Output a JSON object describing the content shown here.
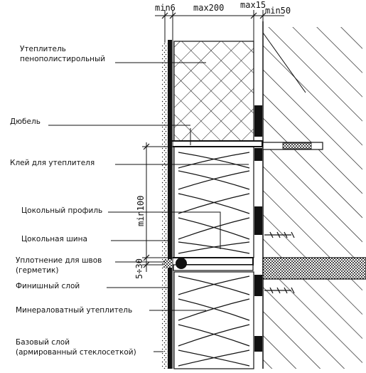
{
  "dimensions": {
    "min6": "min6",
    "max200": "max200",
    "max15": "max15",
    "min50": "min50",
    "min100": "min100",
    "gap": "5÷30"
  },
  "labels": {
    "eps_line1": "Утеплитель",
    "eps_line2": "пенополистирольный",
    "dowel": "Дюбель",
    "adhesive": "Клей для утеплителя",
    "base_profile": "Цокольный профиль",
    "base_rail": "Цокольная шина",
    "sealant_line1": "Уплотнение для швов",
    "sealant_line2": "(герметик)",
    "finish_layer": "Финишный слой",
    "mineral_wool": "Минераловатный утеплитель",
    "base_layer_line1": "Базовый слой",
    "base_layer_line2": "(армированный стеклосеткой)"
  },
  "colors": {
    "ink": "#111111",
    "paper": "#ffffff"
  }
}
